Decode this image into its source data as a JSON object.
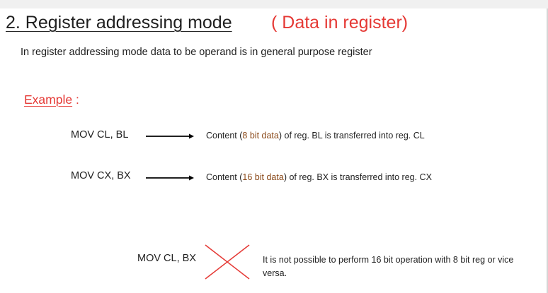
{
  "slide": {
    "title_main": "2.  Register addressing mode",
    "title_suffix": "( Data  in register)",
    "intro": "In register addressing mode data to be operand is in general purpose register",
    "example_label": "Example",
    "example_colon": " :",
    "examples": [
      {
        "instruction": "MOV  CL, BL",
        "desc_before": "Content (",
        "desc_highlight": "8 bit data",
        "desc_after": ") of reg. BL is transferred into reg. CL"
      },
      {
        "instruction": "MOV  CX, BX",
        "desc_before": "Content (",
        "desc_highlight": "16 bit data",
        "desc_after": ") of reg. BX is transferred into reg. CX"
      }
    ],
    "invalid_example": {
      "instruction": "MOV  CL, BX",
      "note": "It is not possible to perform 16 bit operation with 8 bit reg or vice versa."
    }
  },
  "colors": {
    "heading_red": "#e53935",
    "highlight_brown": "#8b4a1a",
    "text": "#1f1f1f"
  },
  "icons": {
    "arrow": "right-arrow-icon",
    "cross": "cross-icon"
  }
}
